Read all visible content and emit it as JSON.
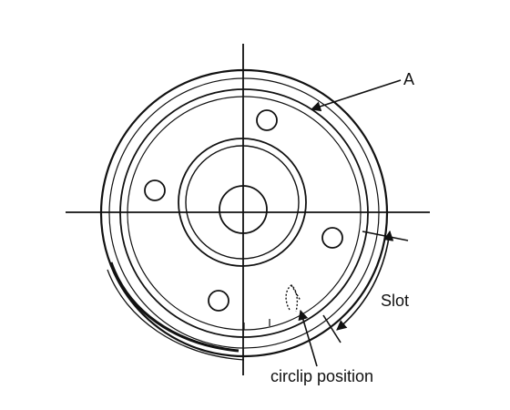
{
  "labels": {
    "a": "A",
    "slot": "Slot",
    "circlip": "circlip position"
  },
  "colors": {
    "ink": "#111111",
    "background": "#ffffff"
  }
}
